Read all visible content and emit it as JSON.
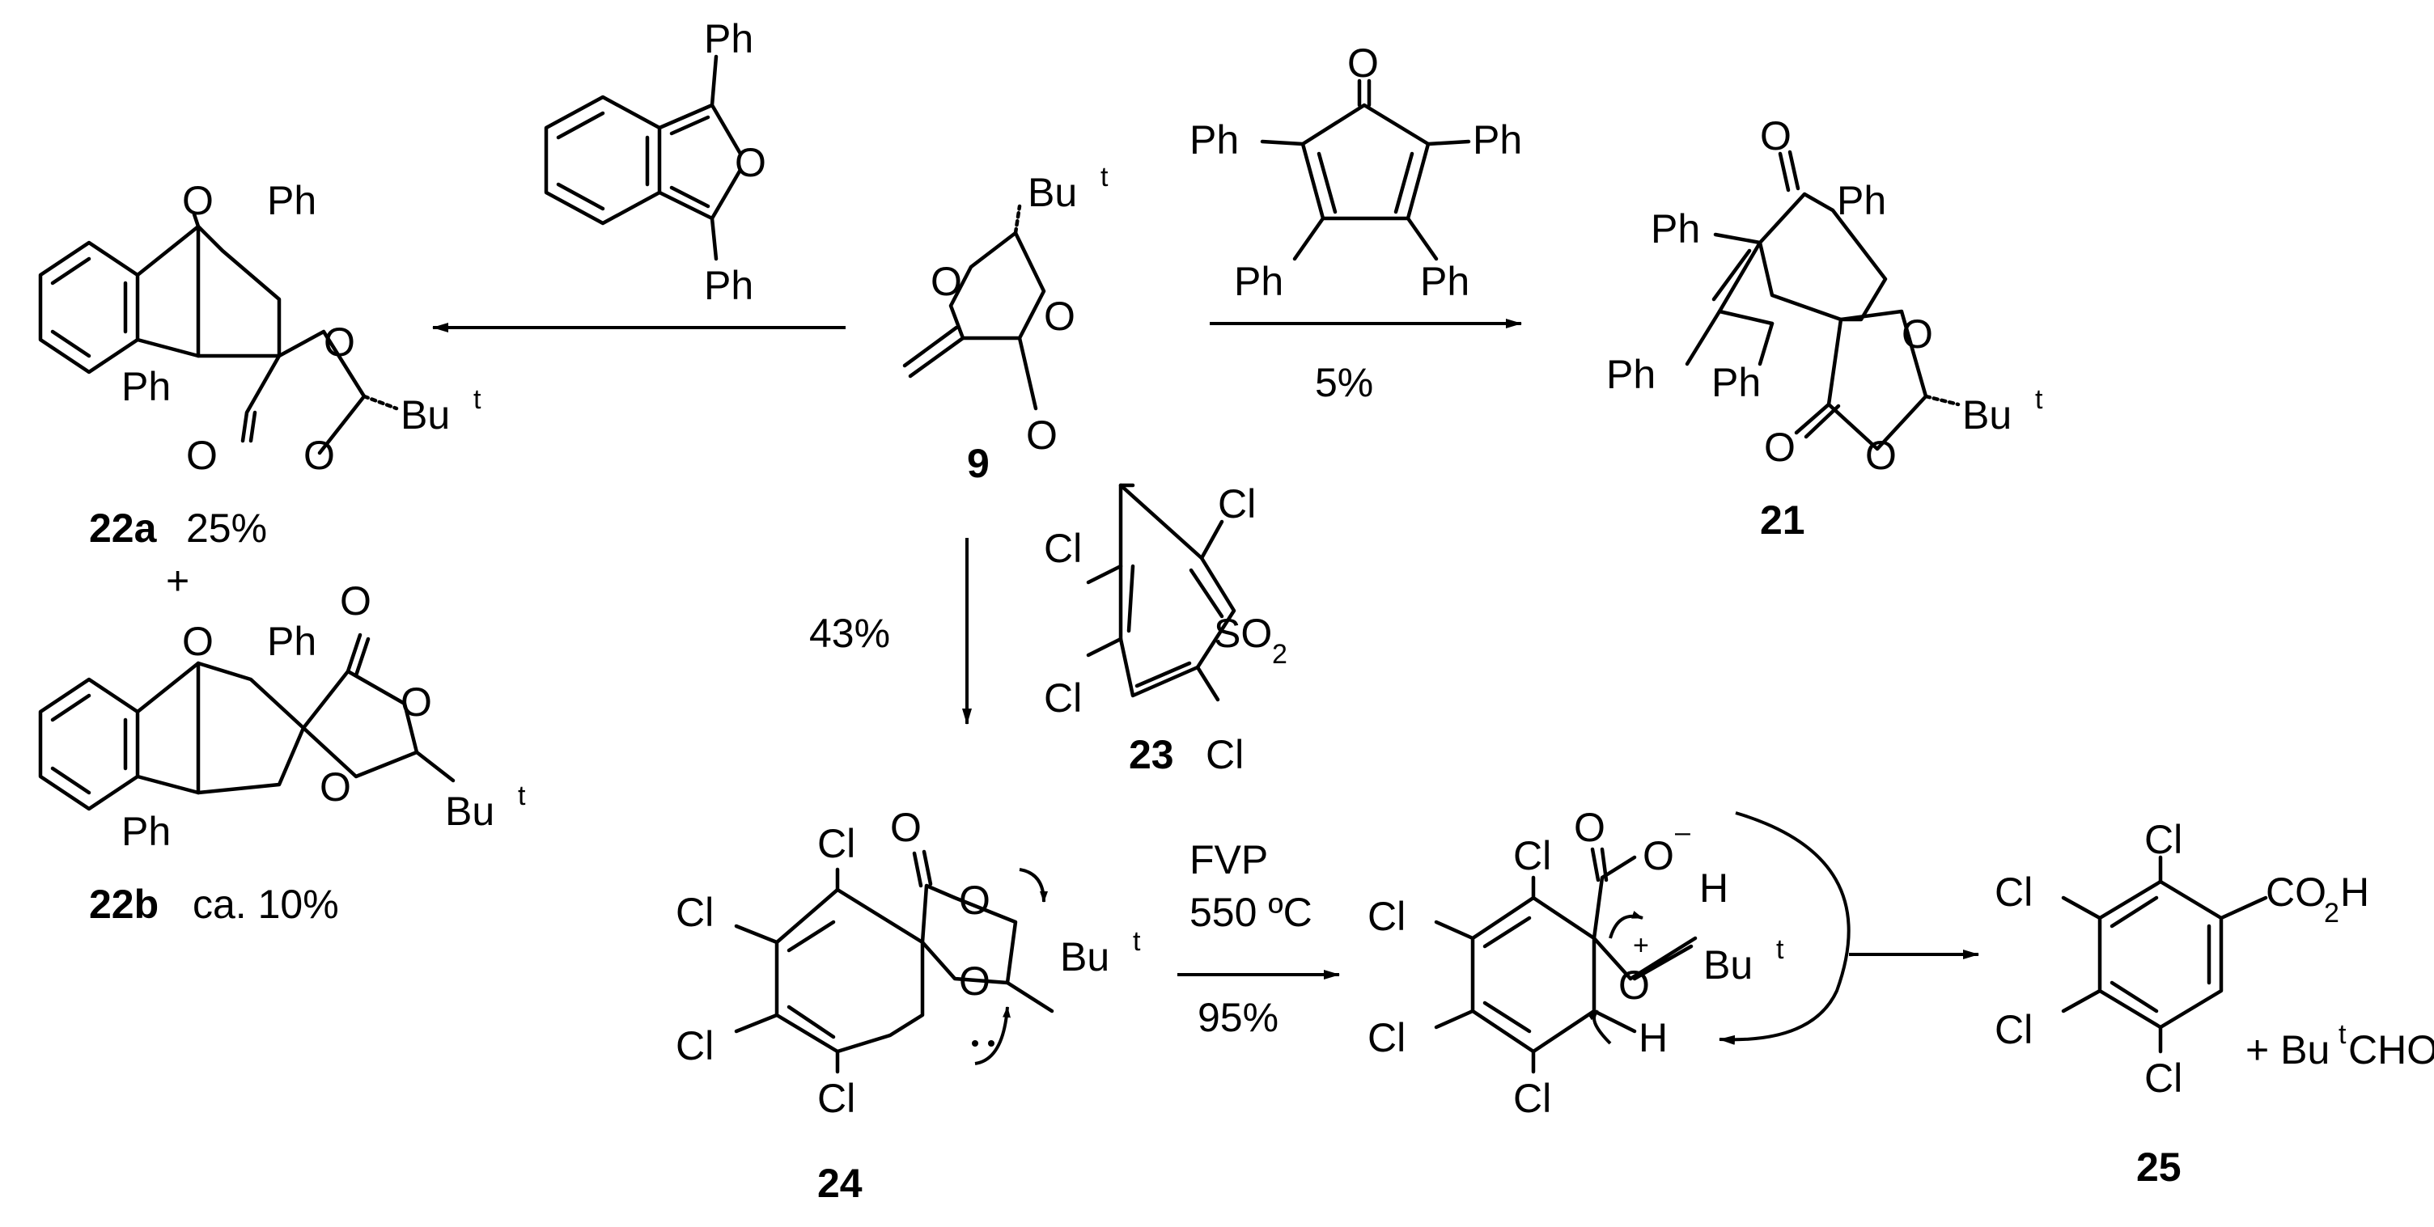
{
  "compounds": {
    "c9": "9",
    "c21": "21",
    "c22a": "22a",
    "c22b": "22b",
    "c23": "23",
    "c24": "24",
    "c25": "25"
  },
  "yields": {
    "y22a": "25%",
    "y22b": "ca. 10%",
    "plus": "+",
    "y21": "5%",
    "y24": "43%"
  },
  "conditions": {
    "fvp": "FVP",
    "temp": "550 ºC",
    "fvp_yield": "95%"
  },
  "atoms": {
    "ph": "Ph",
    "o": "O",
    "bu": "Bu",
    "t": "t",
    "cl": "Cl",
    "so": "SO",
    "two": "2",
    "h": "H",
    "co": "CO",
    "minus": "–",
    "plus": "+",
    "butcho_plus": "+ Bu",
    "cho": "CHO"
  }
}
